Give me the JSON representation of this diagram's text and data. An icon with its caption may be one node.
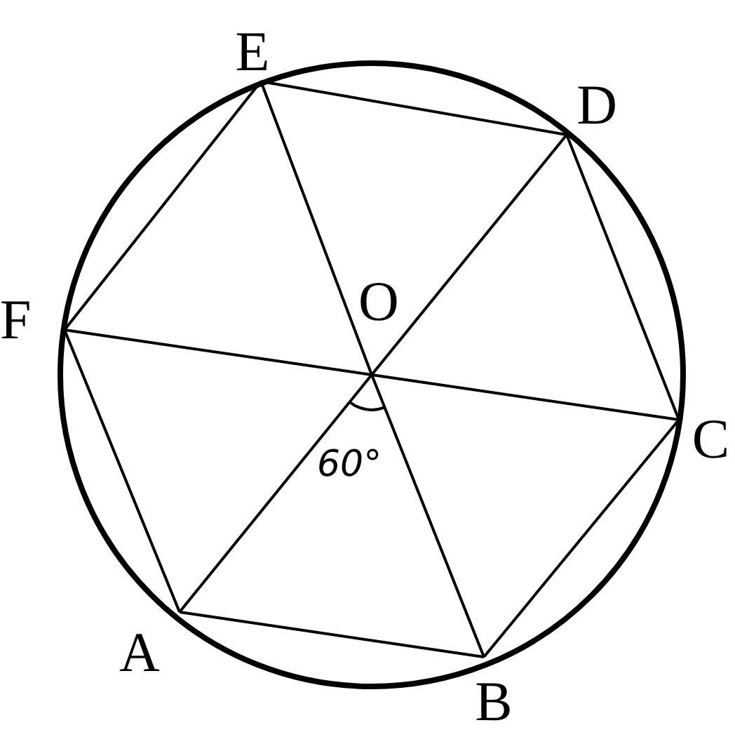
{
  "diagram": {
    "nodes": [
      {
        "text": [
          "E"
        ]
      },
      {
        "text": [
          "D"
        ]
      },
      {
        "text": [
          "F"
        ]
      },
      {
        "text": [
          "O"
        ]
      },
      {
        "text": [
          "C"
        ]
      },
      {
        "text": [
          "A"
        ]
      },
      {
        "text": [
          "B"
        ]
      }
    ],
    "edges": [
      {
        "from": 5,
        "to": 6,
        "arrow": "none"
      },
      {
        "from": 6,
        "to": 4,
        "arrow": "none"
      },
      {
        "from": 4,
        "to": 1,
        "arrow": "none"
      },
      {
        "from": 1,
        "to": 0,
        "arrow": "none"
      },
      {
        "from": 0,
        "to": 2,
        "arrow": "none"
      },
      {
        "from": 2,
        "to": 5,
        "arrow": "none"
      },
      {
        "from": 3,
        "to": 5,
        "arrow": "none"
      },
      {
        "from": 3,
        "to": 6,
        "arrow": "none"
      },
      {
        "from": 3,
        "to": 4,
        "arrow": "none"
      },
      {
        "from": 3,
        "to": 1,
        "arrow": "none"
      },
      {
        "from": 3,
        "to": 0,
        "arrow": "none"
      },
      {
        "from": 3,
        "to": 2,
        "arrow": "none"
      }
    ],
    "labels": [
      "60°"
    ]
  }
}
